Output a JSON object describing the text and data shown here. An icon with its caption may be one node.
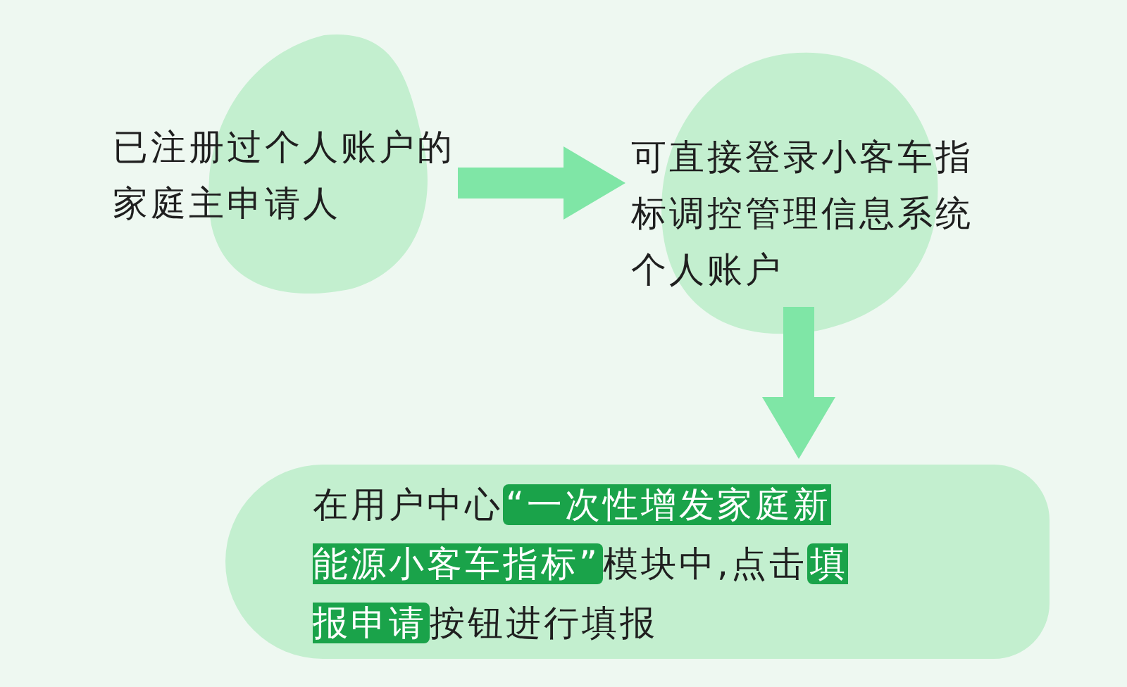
{
  "diagram": {
    "nodes": [
      {
        "text": [
          "已注册过个人账户的家庭主申请人"
        ]
      },
      {
        "text": [
          "可直接登录小客车指标调控管理信息系统个人账户"
        ]
      },
      {
        "text": [
          "在用户中心**“一次性增发家庭新能源小客车指标”**模块中,点击**填报申请**按钮进行填报"
        ]
      }
    ],
    "edges": [
      {
        "from": 0,
        "to": 1,
        "arrow": "to"
      },
      {
        "from": 1,
        "to": 2,
        "arrow": "to"
      }
    ]
  }
}
